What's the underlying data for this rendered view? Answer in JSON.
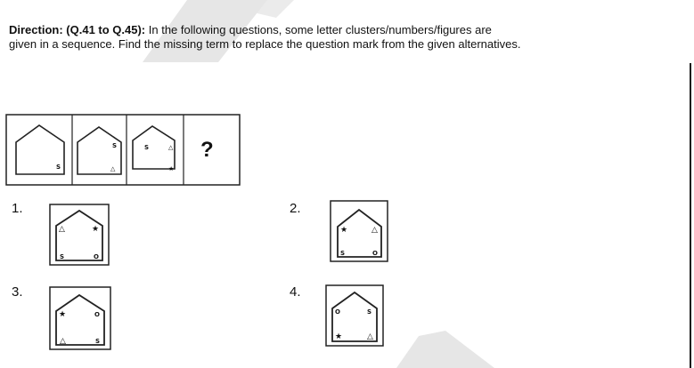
{
  "direction": {
    "heading": "Direction: (Q.41 to Q.45):",
    "text_line1_rest": " In the following questions, some letter clusters/numbers/figures are",
    "text_line2": "given in a sequence. Find the missing term to replace the question mark from the given alternatives."
  },
  "problem": {
    "missing_symbol": "?"
  },
  "options": [
    {
      "number": "1."
    },
    {
      "number": "2."
    },
    {
      "number": "3."
    },
    {
      "number": "4."
    }
  ],
  "symbols": {
    "s": "S",
    "o": "O",
    "star": "★",
    "triangle": "△"
  }
}
